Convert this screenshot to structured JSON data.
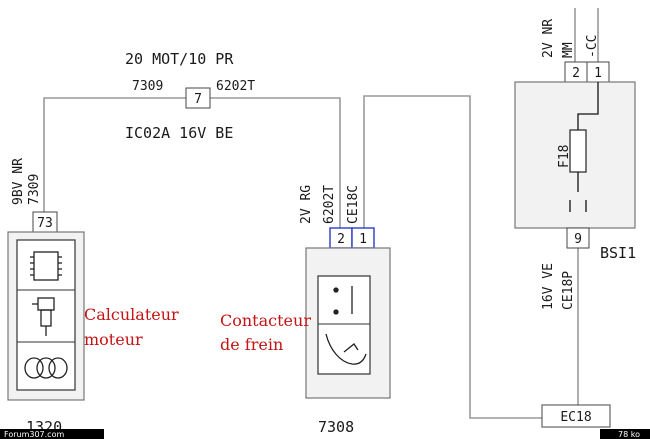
{
  "wires": {
    "top_signal": "20 MOT/10 PR",
    "top_left_code": "7309",
    "top_right_code": "6202T",
    "junction_number": "7",
    "below_signal": "IC02A 16V BE",
    "ecu_wire": "9BV NR",
    "ecu_wire_code": "7309",
    "switch_wire_1": "2V RG",
    "switch_wire_2": "6202T",
    "switch_wire_3": "CE18C",
    "bsi_top_wire": "2V NR",
    "bsi_top_code_1": "MM",
    "bsi_top_code_2": "-CC",
    "bsi_bottom_wire": "16V VE",
    "bsi_bottom_code": "CE18P"
  },
  "components": {
    "ecu": {
      "pin": "73",
      "number": "1320",
      "label_line1": "Calculateur",
      "label_line2": "moteur"
    },
    "brake_switch": {
      "pin_left": "2",
      "pin_right": "1",
      "number": "7308",
      "label_line1": "Contacteur",
      "label_line2": "de frein"
    },
    "bsi": {
      "pin_top_left": "2",
      "pin_top_right": "1",
      "pin_bottom": "9",
      "fuse": "F18",
      "name": "BSI1"
    },
    "ground_connector": "EC18"
  },
  "footer": {
    "left": "Forum307.com",
    "right": "78 ko"
  }
}
